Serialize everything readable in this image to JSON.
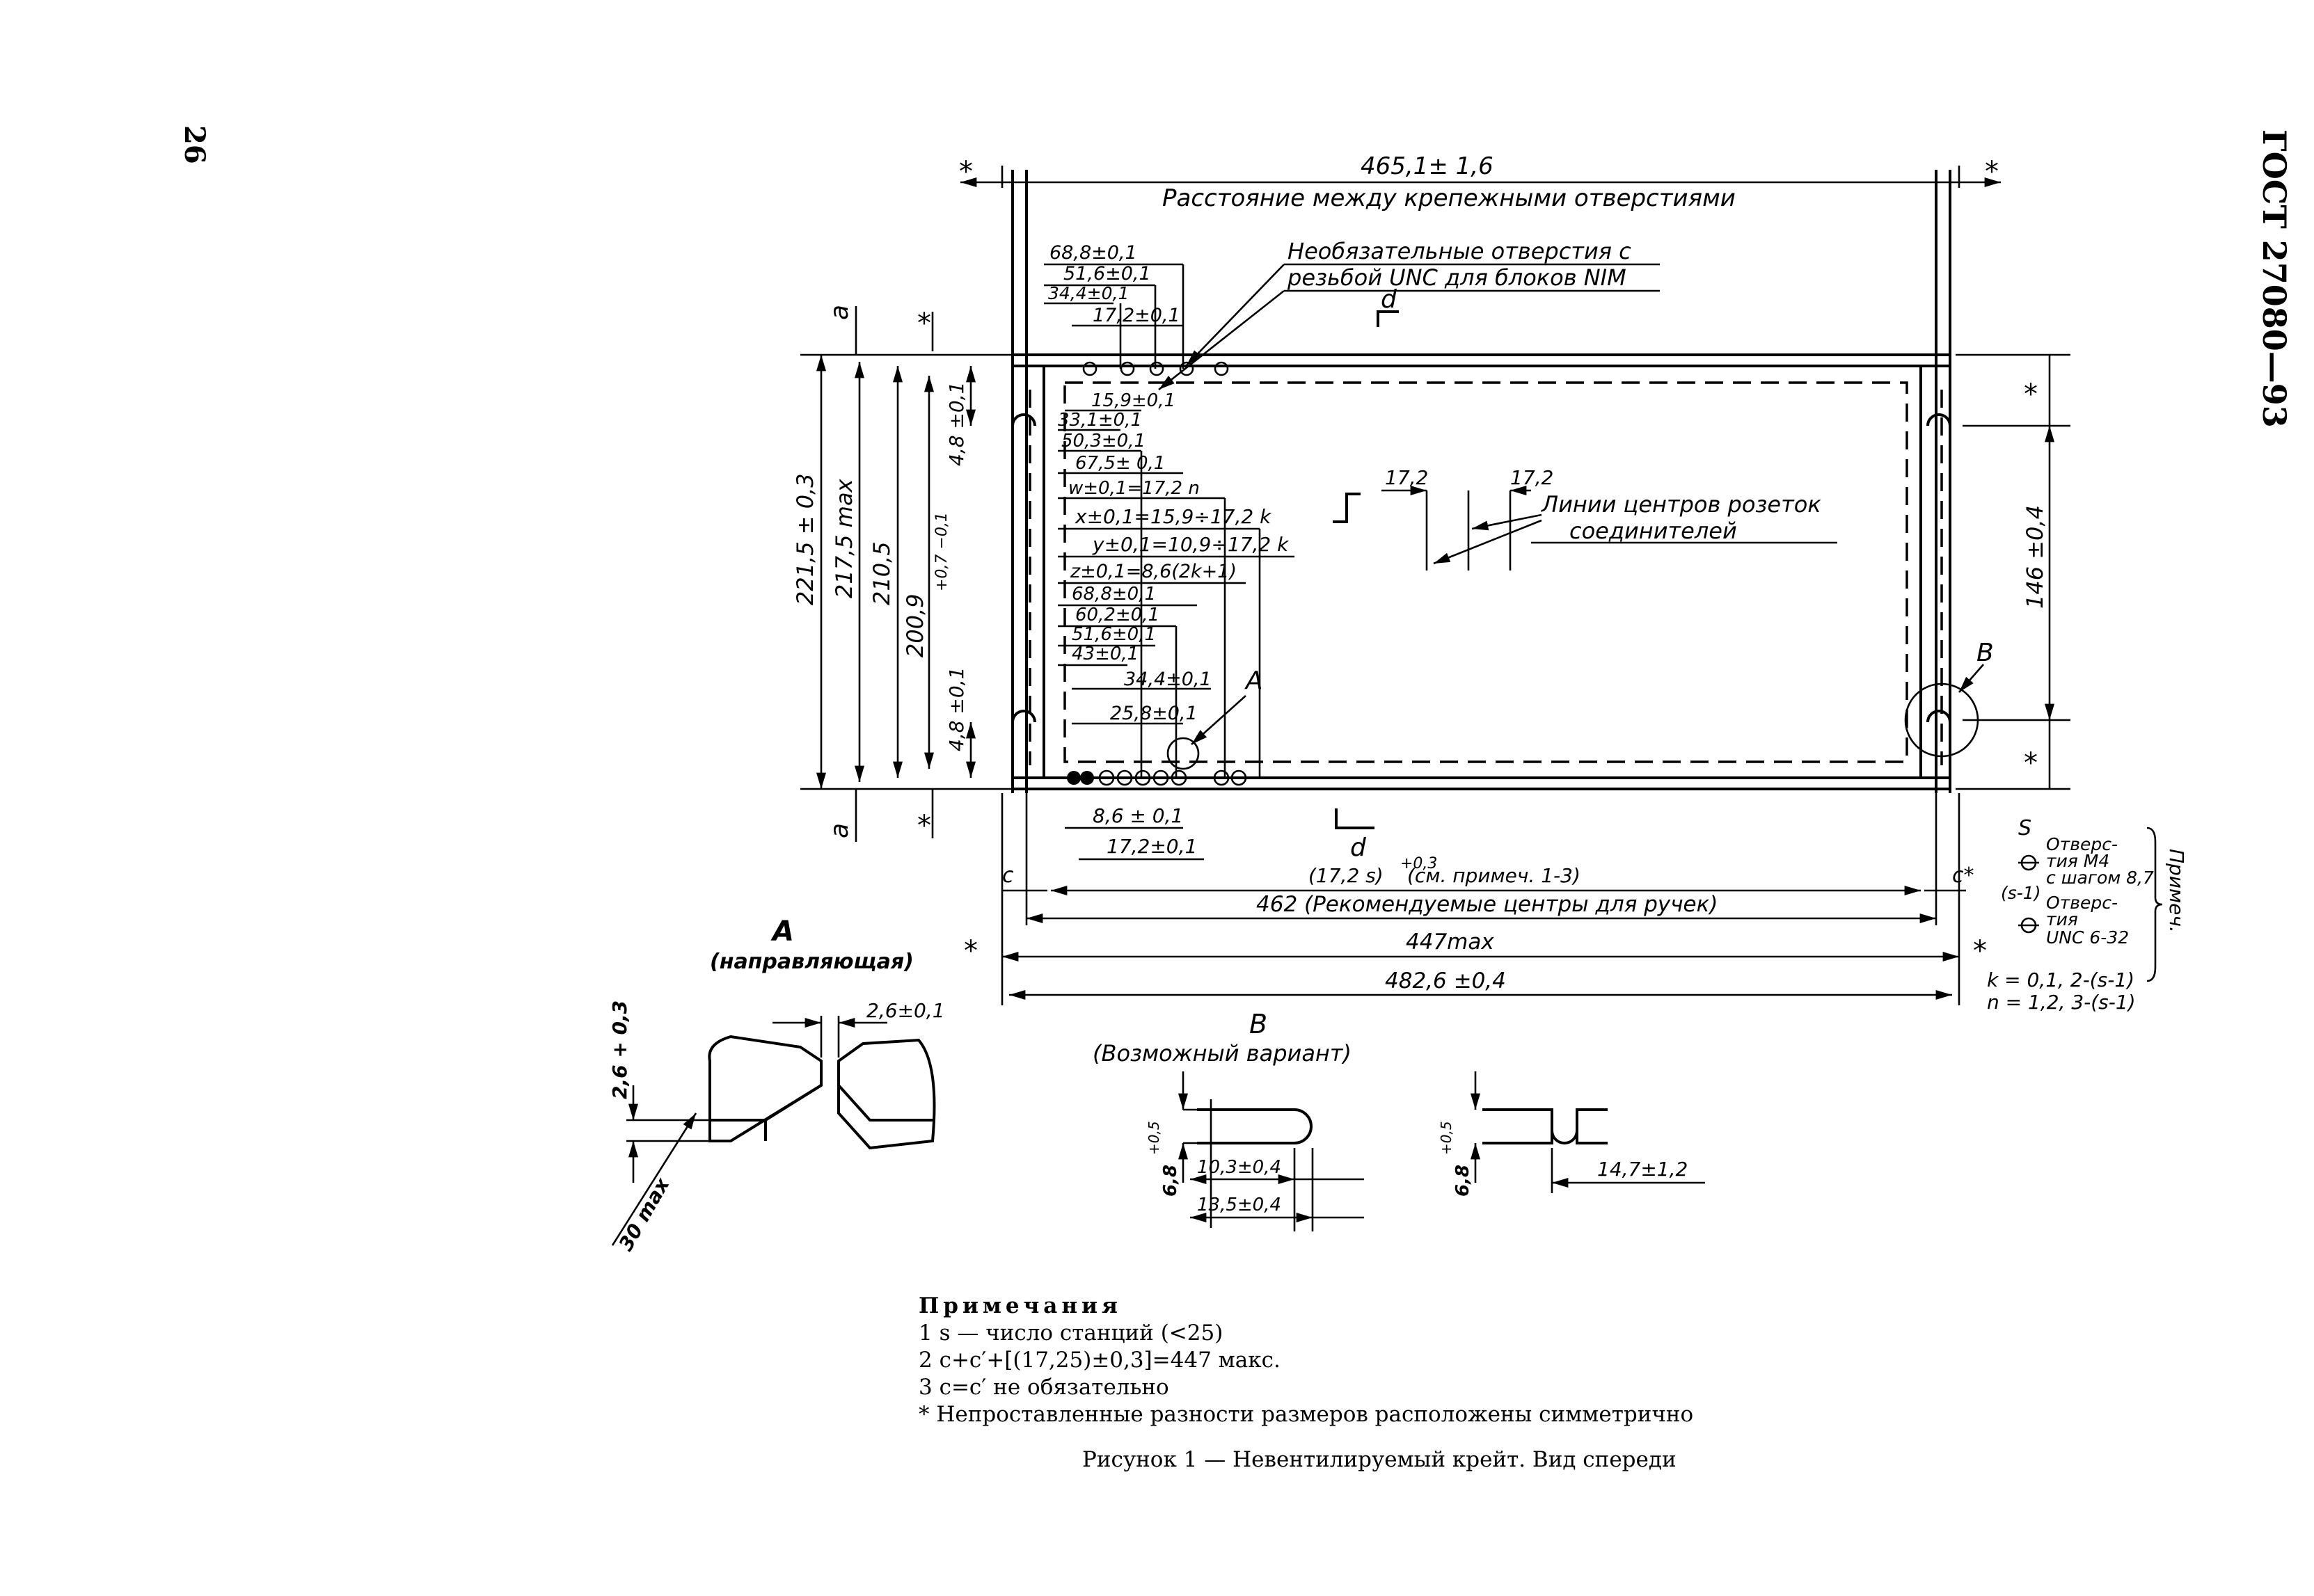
{
  "header": {
    "standard": "ГОСТ 27080—93",
    "page_number": "26"
  },
  "dims": {
    "top_width": "465,1± 1,6",
    "top_width_caption": "Расстояние между крепежными отверстиями",
    "opt_holes_line1": "Необязательные отверстия с",
    "opt_holes_line2": "резьбой UNC для блоков NIM",
    "d68_top": "68,8±0,1",
    "d51_top": "51,6±0,1",
    "d34_top": "34,4±0,1",
    "d17_top": "17,2±0,1",
    "d15": "15,9±0,1",
    "d33": "33,1±0,1",
    "d50": "50,3±0,1",
    "d67": "67,5± 0,1",
    "w": "w±0,1=17,2 n",
    "x": "x±0,1=15,9÷17,2 k",
    "y": "y±0,1=10,9÷17,2 k",
    "z": "z±0,1=8,6(2k+1)",
    "d68_bot": "68,8±0,1",
    "d60": "60,2±0,1",
    "d51_bot": "51,6±0,1",
    "d43": "43±0,1",
    "d34_bot": "34,4±0,1",
    "d25": "25,8±0,1",
    "d8_6": "8,6 ± 0,1",
    "d17_bot": "17,2±0,1",
    "pitch_a": "17,2",
    "pitch_b": "17,2",
    "connector_line1": "Линии центров розеток",
    "connector_line2": "соединителей",
    "s_formula": "(17,2 s)",
    "s_tol": "+0,3",
    "s_note": "(см. примеч. 1-3)",
    "d462": "462 (Рекомендуемые центры для ручек)",
    "d447": "447max",
    "d482": "482,6 ±0,4",
    "h221": "221,5 ± 0,3",
    "h217": "217,5 max",
    "h210": "210,5",
    "h200": "200,9",
    "h200_tol": "+0,7 −0,1",
    "h4_8a": "4,8 ±0,1",
    "h4_8b": "4,8 ±0,1",
    "h146": "146 ±0,4",
    "letter_a": "a",
    "letter_c": "c",
    "letter_c2": "c*",
    "letter_d": "d",
    "label_A": "A",
    "label_B": "B",
    "star": "*"
  },
  "legend": {
    "s": "S",
    "m4_1": "Отверс-",
    "m4_2": "тия М4",
    "m4_3": "с шагом 8,7",
    "s1": "(s-1)",
    "unc_1": "Отверс-",
    "unc_2": "тия",
    "unc_3": "UNC 6-32",
    "prim": "Примеч.",
    "k": "k = 0,1, 2-(s-1)",
    "n": "n = 1,2, 3-(s-1)"
  },
  "detailA": {
    "title": "A",
    "subtitle": "(направляющая)",
    "d1": "2,6±0,1",
    "d2": "2,6 + 0,3",
    "d3": "30 max"
  },
  "detailB": {
    "title": "B",
    "subtitle": "(Возможный вариант)",
    "h": "6,8",
    "h_tol": "+0,5",
    "d10": "10,3±0,4",
    "d13": "13,5±0,4",
    "h2": "6,8",
    "h2_tol": "+0,5",
    "d14": "14,7±1,2"
  },
  "notes": {
    "heading": "Примечания",
    "n1": "1 s — число станций (<25)",
    "n2": "2 c+c′+[(17,25)±0,3]=447 макс.",
    "n3": "3 c=c′ не обязательно",
    "n4": "* Непроставленные разности размеров расположены симметрично"
  },
  "caption": "Рисунок 1 — Невентилируемый крейт. Вид спереди"
}
